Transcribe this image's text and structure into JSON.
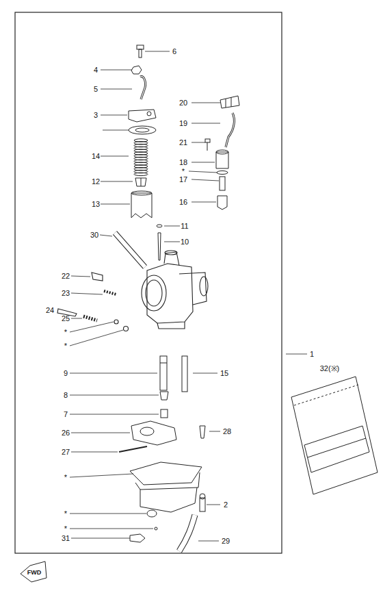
{
  "diagram": {
    "labels": [
      "6",
      "4",
      "5",
      "3",
      "20",
      "19",
      "21",
      "18",
      "*",
      "17",
      "14",
      "12",
      "16",
      "13",
      "11",
      "30",
      "10",
      "1",
      "22",
      "23",
      "24",
      "25",
      "*",
      "*",
      "9",
      "15",
      "8",
      "7",
      "26",
      "28",
      "27",
      "*",
      "*",
      "*",
      "2",
      "31",
      "29",
      "32(※)",
      "FWD"
    ]
  }
}
